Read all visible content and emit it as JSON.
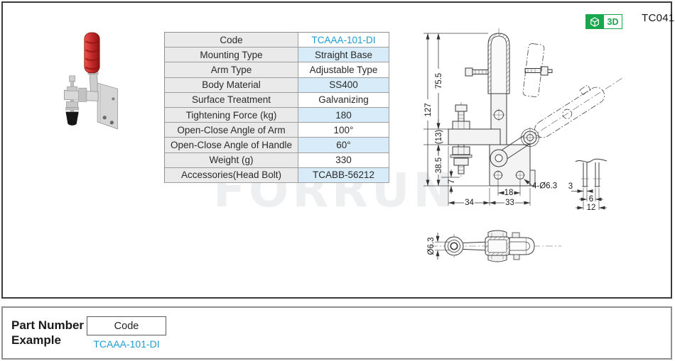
{
  "header": {
    "badge_3d_label": "3D",
    "product_code": "TC041"
  },
  "spec_table": {
    "rows": [
      {
        "label": "Code",
        "value": "TCAAA-101-DI"
      },
      {
        "label": "Mounting Type",
        "value": "Straight Base"
      },
      {
        "label": "Arm Type",
        "value": "Adjustable Type"
      },
      {
        "label": "Body Material",
        "value": "SS400"
      },
      {
        "label": "Surface Treatment",
        "value": "Galvanizing"
      },
      {
        "label": "Tightening Force (kg)",
        "value": "180"
      },
      {
        "label": "Open-Close Angle of Arm",
        "value": "100°"
      },
      {
        "label": "Open-Close  Angle of Handle",
        "value": "60°"
      },
      {
        "label": "Weight (g)",
        "value": "330"
      },
      {
        "label": "Accessories(Head Bolt)",
        "value": "TCABB-56212"
      }
    ]
  },
  "drawing": {
    "front_view": {
      "overall_height": "127",
      "handle_section_height": "75.5",
      "arm_thickness": "(13)",
      "base_section_height": "38.5",
      "hole_edge_offset": "7",
      "hole_spacing": "18",
      "base_width": "33",
      "arm_reach": "34",
      "mounting_holes": "4-Ø6.3"
    },
    "slot_detail": {
      "wall_thickness": "3",
      "slot_width": "6",
      "outer_width": "12"
    },
    "top_view": {
      "arm_eye_diameter": "Ø6.3"
    }
  },
  "watermark": {
    "text": "FORRUN"
  },
  "part_number_example": {
    "label_line1": "Part Number",
    "label_line2": "Example",
    "field_label": "Code",
    "example_value": "TCAAA-101-DI"
  },
  "colors": {
    "accent_blue": "#1E9CD2",
    "badge_green": "#17A84E",
    "cell_blue": "#D7ECF8",
    "cell_gray": "#EAEAEA"
  }
}
